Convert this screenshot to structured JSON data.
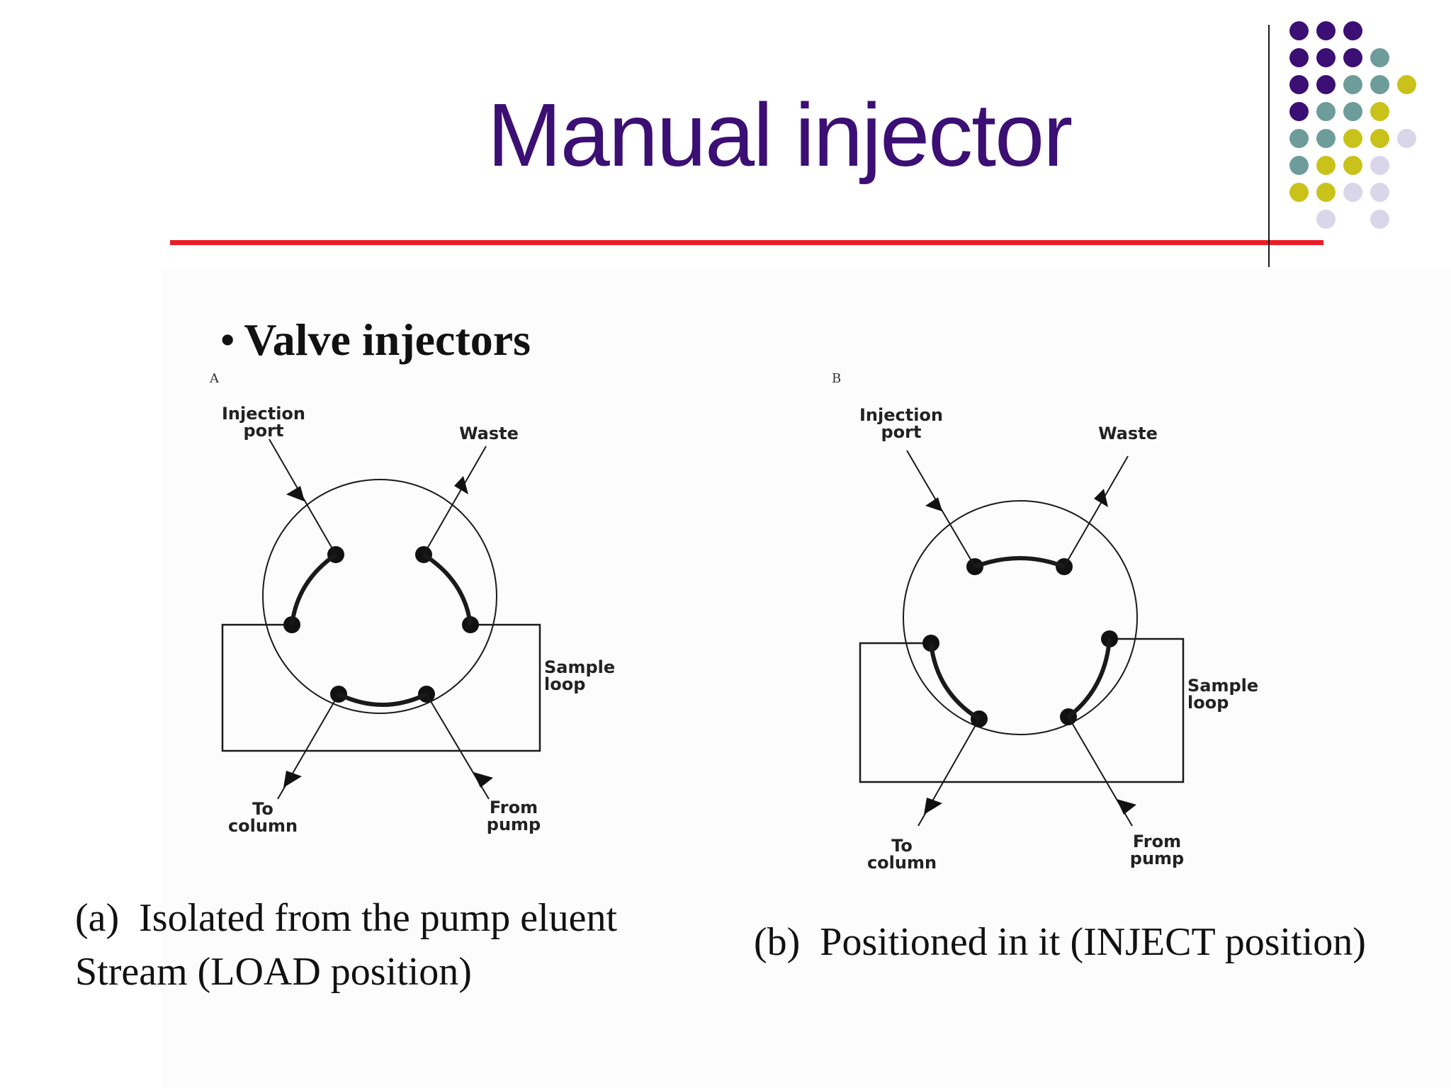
{
  "slide": {
    "title": "Manual injector",
    "bullet": "Valve injectors",
    "colors": {
      "title": "#3b0f73",
      "rule": "#ec1c24",
      "dots": [
        "#3b0f73",
        "#6e9c9a",
        "#c9c21a",
        "#d8d6e8"
      ]
    }
  },
  "diagrams": [
    {
      "letter": "A",
      "labels": {
        "injection_port_1": "Injection",
        "injection_port_2": "port",
        "waste": "Waste",
        "sample_loop_1": "Sample",
        "sample_loop_2": "loop",
        "to_column_1": "To",
        "to_column_2": "column",
        "from_pump_1": "From",
        "from_pump_2": "pump"
      },
      "caption_line1": "(a)  Isolated from the pump eluent",
      "caption_line2": "Stream (LOAD position)"
    },
    {
      "letter": "B",
      "labels": {
        "injection_port_1": "Injection",
        "injection_port_2": "port",
        "waste": "Waste",
        "sample_loop_1": "Sample",
        "sample_loop_2": "loop",
        "to_column_1": "To",
        "to_column_2": "column",
        "from_pump_1": "From",
        "from_pump_2": "pump"
      },
      "caption_line1": "(b)  Positioned in it (INJECT position)"
    }
  ]
}
